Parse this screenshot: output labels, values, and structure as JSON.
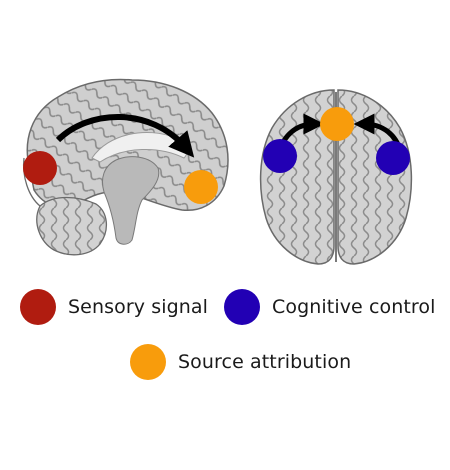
{
  "colors": {
    "sensory": "#b01c10",
    "cognitive": "#2200b4",
    "source": "#f89c0c",
    "arrow": "#000000",
    "brain_tissue": "#c8c8c8",
    "brain_outline": "#555555"
  },
  "legend": [
    {
      "key": "sensory",
      "label": "Sensory signal"
    },
    {
      "key": "cognitive",
      "label": "Cognitive control"
    },
    {
      "key": "source",
      "label": "Source attribution"
    }
  ],
  "views": {
    "sagittal": {
      "icon": "sagittal-brain-slice"
    },
    "axial": {
      "icon": "axial-brain-slice"
    }
  }
}
